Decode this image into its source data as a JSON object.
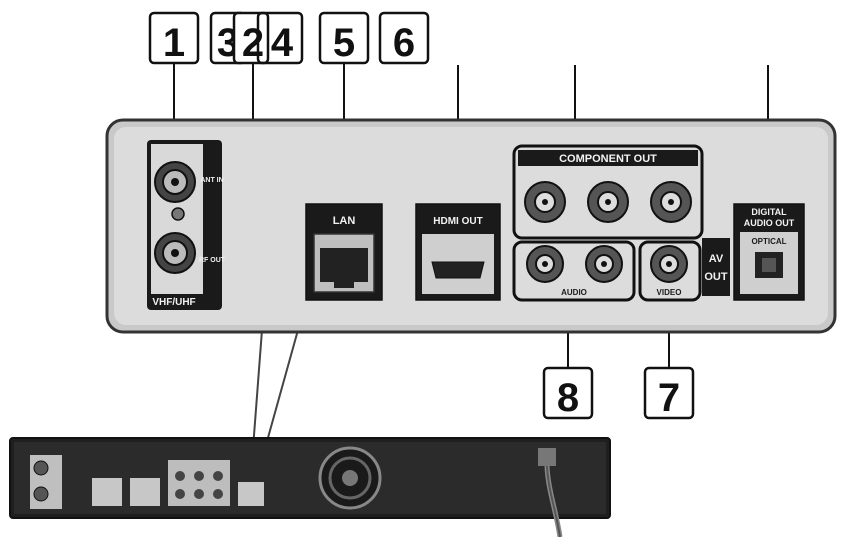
{
  "callouts": [
    "1",
    "3",
    "2",
    "4",
    "5",
    "6",
    "8",
    "7"
  ],
  "panel_labels": {
    "component_out": "COMPONENT OUT",
    "lan": "LAN",
    "hdmi_out": "HDMI OUT",
    "digital_audio_out_1": "DIGITAL",
    "digital_audio_out_2": "AUDIO OUT",
    "optical": "OPTICAL",
    "av_out_1": "AV",
    "av_out_2": "OUT",
    "audio": "AUDIO",
    "video": "VIDEO",
    "vhf_uhf": "VHF/UHF",
    "ant_in": "ANT IN",
    "rf_out": "RF OUT"
  }
}
